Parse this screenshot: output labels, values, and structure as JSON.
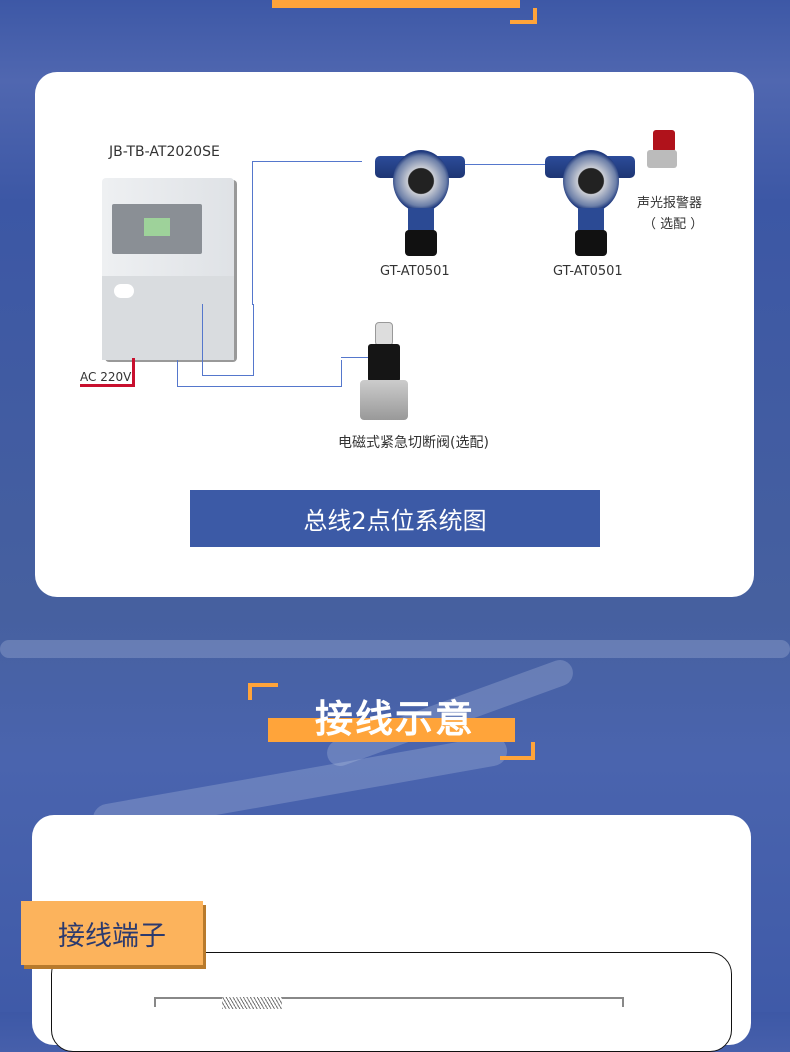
{
  "diagram": {
    "controller_model": "JB-TB-AT2020SE",
    "power_label": "AC 220V",
    "detector_1_model": "GT-AT0501",
    "detector_2_model": "GT-AT0501",
    "alarm_label": "声光报警器",
    "alarm_optional": "（ 选配 ）",
    "valve_label": "电磁式紧急切断阀(选配)",
    "caption": "总线2点位系统图"
  },
  "section": {
    "title": "接线示意",
    "tag": "接线端子"
  },
  "colors": {
    "accent": "#ffa43a",
    "brand_blue": "#3c5aa6",
    "tag_bg": "#fcb35c"
  }
}
